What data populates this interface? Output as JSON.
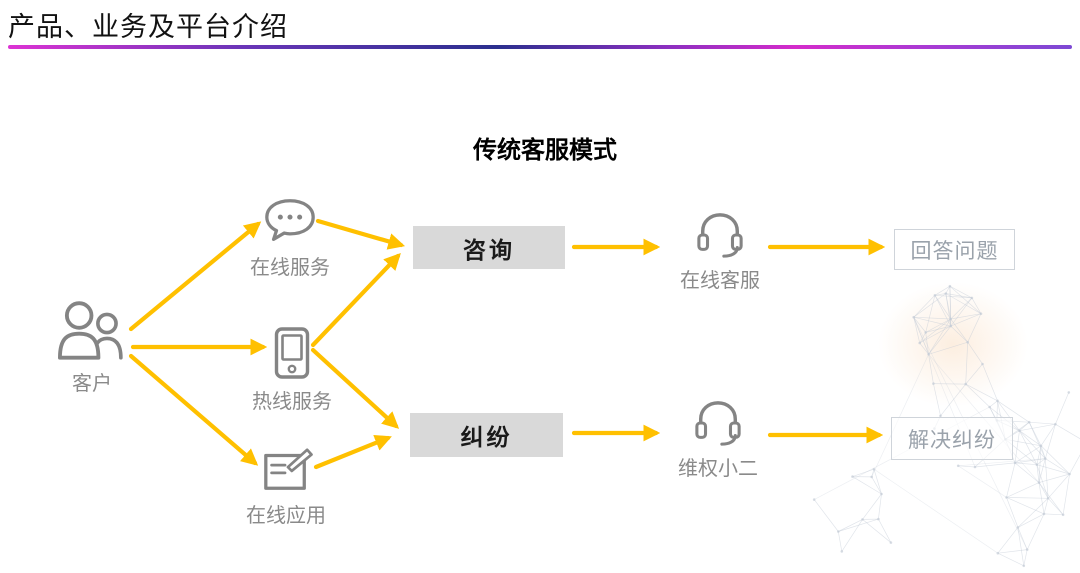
{
  "page": {
    "title": "产品、业务及平台介绍",
    "diagram_title": "传统客服模式"
  },
  "colors": {
    "arrow_color": "#FFC000",
    "icon_color": "#848484",
    "label_color": "#8A8A8A",
    "box_fill": "#D9D9D9",
    "box_text": "#1A1A1A",
    "outline_border": "#CFD4DA",
    "outline_text": "#9AA2AB",
    "title_color": "#121212",
    "plexus_color": "#C3CBD6",
    "gradient_line": [
      "#DD33D4 0%",
      "#6A35B8 22%",
      "#2B2F8E 46%",
      "#8C2FC0 62%",
      "#D42CCB 74%",
      "#A73BD4 87%",
      "#7D49D4 100%"
    ]
  },
  "diagram": {
    "source": {
      "label": "客户",
      "icon": "people-icon"
    },
    "channels": [
      {
        "label": "在线服务",
        "icon": "chat-bubble-icon"
      },
      {
        "label": "热线服务",
        "icon": "mobile-phone-icon"
      },
      {
        "label": "在线应用",
        "icon": "edit-document-icon"
      }
    ],
    "categories": [
      {
        "label": "咨询"
      },
      {
        "label": "纠纷"
      }
    ],
    "agents": [
      {
        "label": "在线客服",
        "icon": "headset-icon"
      },
      {
        "label": "维权小二",
        "icon": "headset-icon"
      }
    ],
    "outcomes": [
      {
        "label": "回答问题"
      },
      {
        "label": "解决纠纷"
      }
    ]
  }
}
